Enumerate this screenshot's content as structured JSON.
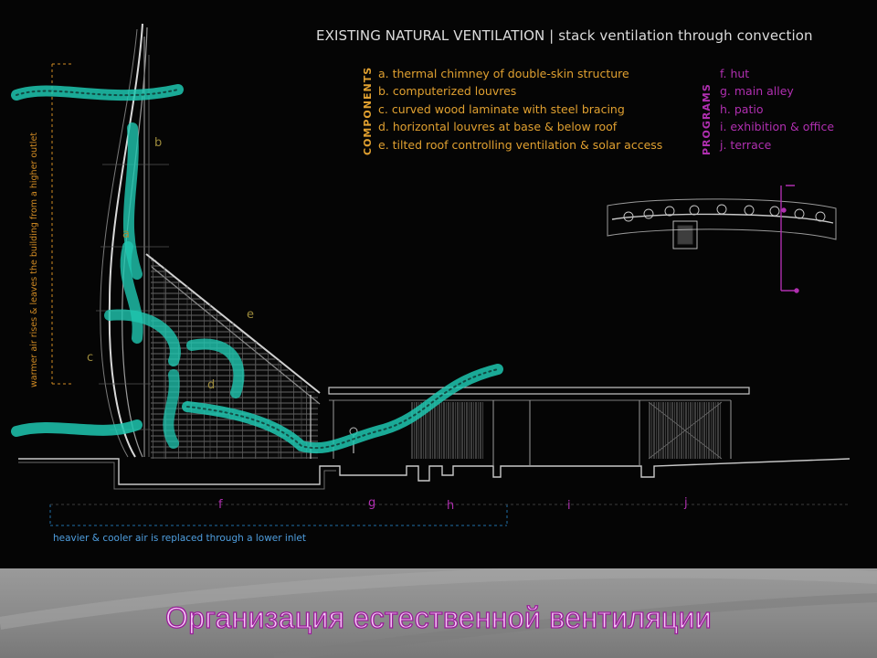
{
  "slide": {
    "title": "EXISTING NATURAL VENTILATION | stack ventilation through convection",
    "footer_title": "Организация естественной вентиляции"
  },
  "components": {
    "heading": "COMPONENTS",
    "items": [
      "a. thermal chimney of double-skin structure",
      "b. computerized louvres",
      "c. curved wood laminate with steel bracing",
      "d. horizontal louvres at base & below roof",
      "e. tilted roof controlling ventilation & solar access"
    ]
  },
  "programs": {
    "heading": "PROGRAMS",
    "items": [
      "f. hut",
      "g. main alley",
      "h. patio",
      "i. exhibition & office",
      "j. terrace"
    ]
  },
  "diagram": {
    "labels": {
      "a": "a",
      "b": "b",
      "c": "c",
      "d": "d",
      "e": "e",
      "f": "f",
      "g": "g",
      "h": "h",
      "i": "i",
      "j": "j"
    },
    "left_caption": "warmer air rises & leaves the building from a higher outlet",
    "bottom_caption": "heavier & cooler air is replaced through a lower inlet"
  },
  "colors": {
    "airflow": "#1fc7b0",
    "components": "#e0a030",
    "programs": "#b02fb0",
    "inlet_caption": "#4f9fe0",
    "outlet_caption": "#d08a24",
    "linework": "#c8c8c8",
    "background": "#050505"
  }
}
